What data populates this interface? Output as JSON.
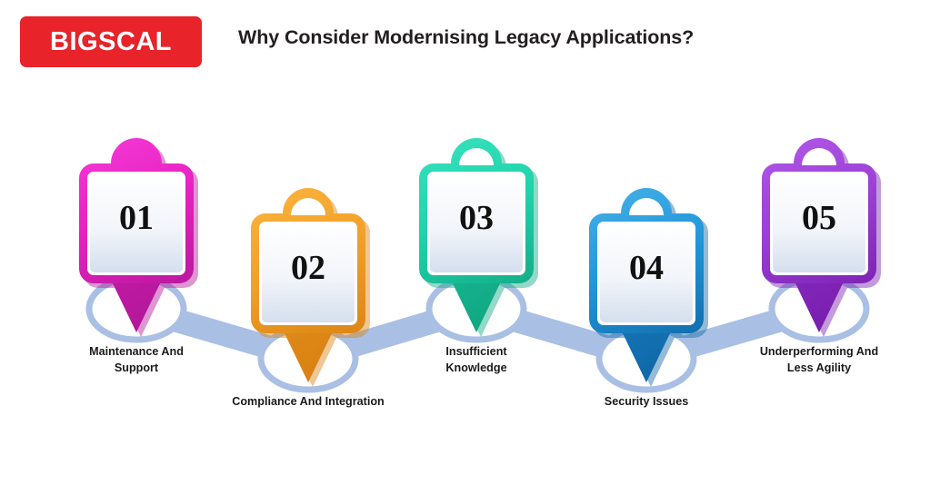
{
  "header": {
    "logo_text": "BIGSCAL",
    "logo_bg": "#E8232A",
    "title": "Why Consider Modernising Legacy Applications?"
  },
  "theme": {
    "background": "#FFFFFF",
    "ribbon_color": "#A9BFE4",
    "ring_color": "#A9BFE4",
    "number_color": "#111111",
    "caption_color": "#1A1A1A",
    "card_face_top": "#FFFFFF",
    "card_face_bottom": "#D7E0EE"
  },
  "chart_data": {
    "type": "diagram",
    "title": "Why Consider Modernising Legacy Applications?",
    "layout": "zigzag-pin-timeline",
    "steps": 5,
    "categories": [
      "01",
      "02",
      "03",
      "04",
      "05"
    ],
    "values": [
      "Maintenance And Support",
      "Compliance And Integration",
      "Insufficient Knowledge",
      "Security Issues",
      "Underperforming And Less Agility"
    ]
  },
  "steps": [
    {
      "number": "01",
      "caption_line1": "Maintenance And",
      "caption_line2": "Support",
      "color": "#E621C0",
      "color_dark": "#B4179A",
      "color_light": "#F53AD8",
      "arch_filled": true
    },
    {
      "number": "02",
      "caption_line1": "Compliance And Integration",
      "caption_line2": "",
      "color": "#F0A028",
      "color_dark": "#D98213",
      "color_light": "#FBB43E",
      "arch_filled": false
    },
    {
      "number": "03",
      "caption_line1": "Insufficient",
      "caption_line2": "Knowledge",
      "color": "#1FD3AB",
      "color_dark": "#12A884",
      "color_light": "#38E2BE",
      "arch_filled": false
    },
    {
      "number": "04",
      "caption_line1": "Security Issues",
      "caption_line2": "",
      "color": "#2196D9",
      "color_dark": "#1069A8",
      "color_light": "#46B1E8",
      "arch_filled": false
    },
    {
      "number": "05",
      "caption_line1": "Underperforming And",
      "caption_line2": "Less Agility",
      "color": "#9B3FD6",
      "color_dark": "#7A1FB0",
      "color_light": "#B158E8",
      "arch_filled": false
    }
  ]
}
